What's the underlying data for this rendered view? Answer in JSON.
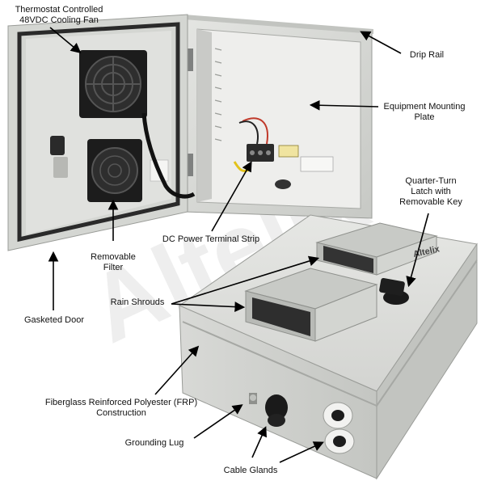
{
  "labels": {
    "fan": [
      "Thermostat Controlled",
      "48VDC Cooling Fan"
    ],
    "drip_rail": "Drip Rail",
    "mounting_plate": [
      "Equipment Mounting",
      "Plate"
    ],
    "latch": [
      "Quarter-Turn",
      "Latch with",
      "Removable Key"
    ],
    "terminal_strip": "DC Power Terminal Strip",
    "removable_filter": [
      "Removable",
      "Filter"
    ],
    "rain_shrouds": "Rain Shrouds",
    "gasketed_door": "Gasketed Door",
    "frp": [
      "Fiberglass Reinforced Polyester (FRP)",
      "Construction"
    ],
    "grounding_lug": "Grounding Lug",
    "cable_glands": "Cable Glands"
  },
  "brand": "Altelix",
  "watermark": "Altelix",
  "colors": {
    "enclosure": "#d8d9d6",
    "enclosure_shadow": "#b9bbb7",
    "fan_black": "#1c1c1c",
    "gasket": "#2a2a2a",
    "background": "#ffffff"
  }
}
